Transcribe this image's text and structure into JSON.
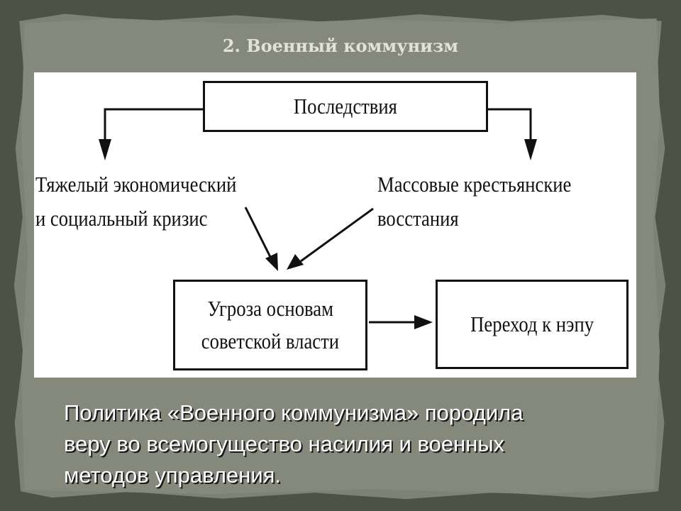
{
  "slide": {
    "title": "2. Военный коммунизм"
  },
  "diagram": {
    "top_box": "Последствия",
    "left_text": [
      "Тяжелый экономический",
      "и социальный кризис"
    ],
    "right_text": [
      "Массовые крестьянские",
      "восстания"
    ],
    "threat_box": [
      "Угроза основам",
      "советской власти"
    ],
    "nep_box": "Переход к нэпу"
  },
  "conclusion": {
    "lines": [
      "Политика «Военного коммунизма» породила",
      "веру во всемогущество насилия и военных",
      "методов управления."
    ]
  }
}
